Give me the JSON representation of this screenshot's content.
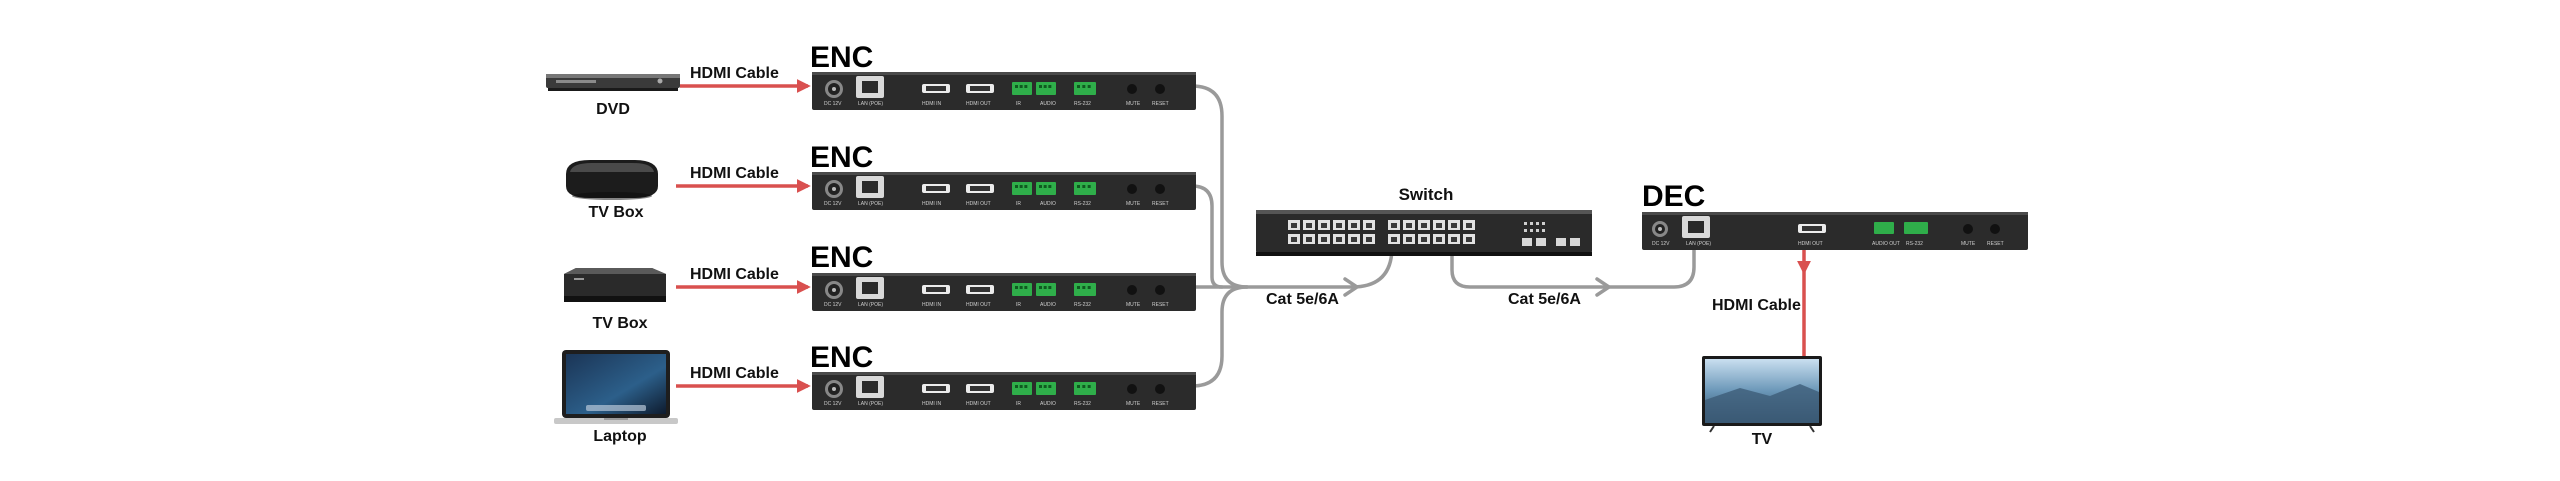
{
  "sources": [
    {
      "name": "DVD",
      "cable": "HDMI Cable",
      "icon": "dvd-player-icon"
    },
    {
      "name": "TV Box",
      "cable": "HDMI Cable",
      "icon": "tv-box-icon"
    },
    {
      "name": "TV Box",
      "cable": "HDMI Cable",
      "icon": "tv-box-icon"
    },
    {
      "name": "Laptop",
      "cable": "HDMI Cable",
      "icon": "laptop-icon"
    }
  ],
  "encoder": {
    "title": "ENC",
    "port_labels": [
      "DC 12V",
      "LAN (POE)",
      "HDMI IN",
      "HDMI OUT",
      "IR",
      "AUDIO",
      "RS-232",
      "MUTE",
      "RESET"
    ]
  },
  "switch": {
    "title": "Switch"
  },
  "decoder": {
    "title": "DEC",
    "port_labels": [
      "DC 12V",
      "LAN (POE)",
      "HDMI OUT",
      "AUDIO OUT",
      "RS-232",
      "MUTE",
      "RESET"
    ]
  },
  "links": {
    "enc_to_switch": "Cat  5e/6A",
    "switch_to_dec": "Cat  5e/6A",
    "dec_to_tv": "HDMI Cable"
  },
  "display": {
    "name": "TV",
    "icon": "tv-icon"
  },
  "colors": {
    "hdmi": "#d9504f",
    "cat": "#9a9a9a",
    "device": "#2b2b2b",
    "terminal": "#2fae4a"
  }
}
